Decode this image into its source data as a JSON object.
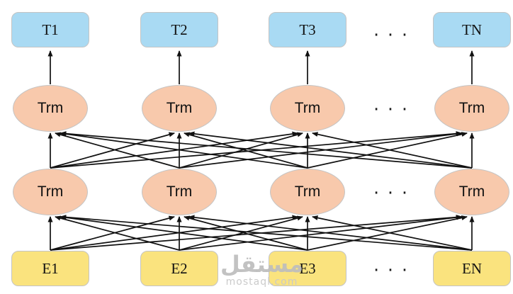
{
  "diagram": {
    "rows": {
      "outputs": {
        "labels": [
          "T1",
          "T2",
          "T3",
          "TN"
        ]
      },
      "trm_top": {
        "labels": [
          "Trm",
          "Trm",
          "Trm",
          "Trm"
        ]
      },
      "trm_bottom": {
        "labels": [
          "Trm",
          "Trm",
          "Trm",
          "Trm"
        ]
      },
      "embeddings": {
        "labels": [
          "E1",
          "E2",
          "E3",
          "EN"
        ]
      }
    },
    "ellipsis": "···",
    "colors": {
      "output_fill": "#a9daf3",
      "transformer_fill": "#f8c9ac",
      "embedding_fill": "#fae37e",
      "node_stroke": "#c4c4c4",
      "arrow": "#111111"
    },
    "watermark": {
      "arabic": "مستقل",
      "url": "mostaql.com"
    }
  }
}
